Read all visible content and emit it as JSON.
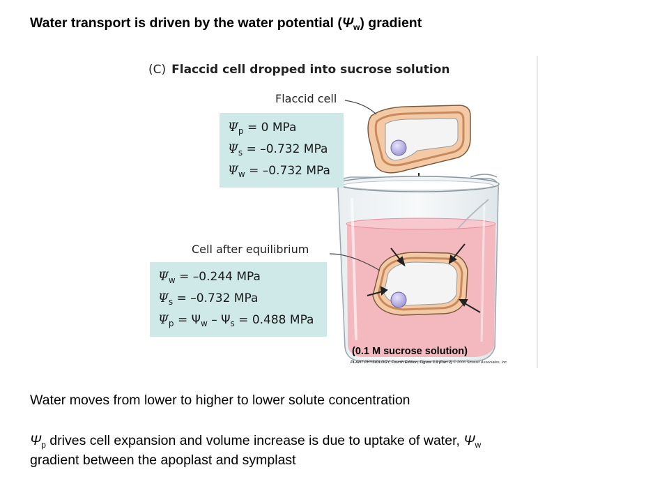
{
  "title": {
    "text_before": "Water transport is driven by the water potential (",
    "psi": "Ψ",
    "sub": "w",
    "text_after": ") gradient"
  },
  "figure": {
    "panel_letter": "(C)",
    "heading": "Flaccid cell dropped into sucrose solution",
    "flaccid_label": "Flaccid cell",
    "equilibrium_label": "Cell after equilibrium",
    "flaccid_box": [
      {
        "symbol": "Ψ",
        "sub": "p",
        "value": " = 0 MPa"
      },
      {
        "symbol": "Ψ",
        "sub": "s",
        "value": " = –0.732 MPa"
      },
      {
        "symbol": "Ψ",
        "sub": "w",
        "value": " = –0.732 MPa"
      }
    ],
    "equilibrium_box": [
      {
        "symbol": "Ψ",
        "sub": "w",
        "value": " = –0.244 MPa"
      },
      {
        "symbol": "Ψ",
        "sub": "s",
        "value": " = –0.732 MPa"
      },
      {
        "symbol": "Ψ",
        "sub": "p",
        "value": " = Ψ",
        "sub2": "w",
        "value2": " – Ψ",
        "sub3": "s",
        "value3": " = 0.488 MPa"
      }
    ],
    "solution_label": "(0.1 M sucrose solution)",
    "credit_book": "PLANT PHYSIOLOGY, Fourth Edition, Figure 3.9 (Part 2)",
    "credit_publisher": "© 2006 Sinauer Associates, Inc.",
    "colors": {
      "panel_bg": "#cfe9e9",
      "solution": "#f4b8bf",
      "cell_wall": "#f3c9a6",
      "vacuole": "#f4f4f4",
      "nucleus": "#b9b2e0"
    }
  },
  "body": {
    "line1": "Water moves from lower to higher to lower solute concentration",
    "line2_psi": "Ψ",
    "line2_sub": "p",
    "line2_text": " drives cell expansion and volume increase is due to uptake of water, ",
    "line2_psi2": "Ψ",
    "line2_sub2": "w",
    "line3": "gradient between the apoplast and symplast"
  }
}
